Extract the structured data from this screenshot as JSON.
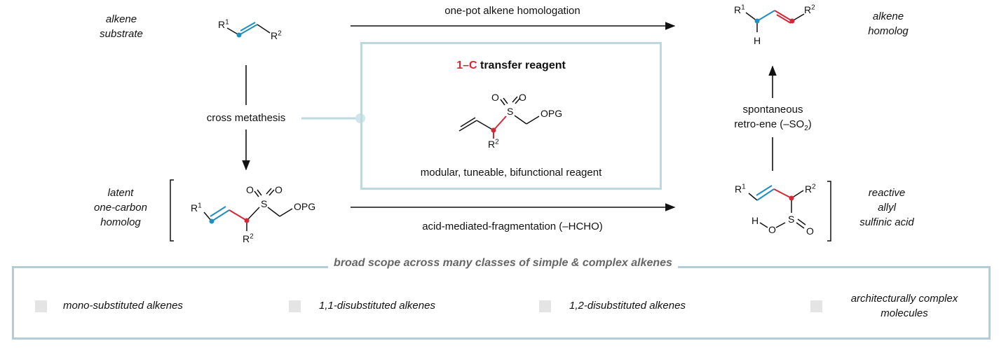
{
  "labels": {
    "alkene_substrate": [
      "alkene",
      "substrate"
    ],
    "alkene_homolog": [
      "alkene",
      "homolog"
    ],
    "latent_homolog": [
      "latent",
      "one-carbon",
      "homolog"
    ],
    "reactive_acid": [
      "reactive",
      "allyl",
      "sulfinic acid"
    ]
  },
  "arrows": {
    "top": "one-pot alkene homologation",
    "left": "cross metathesis",
    "bottom": "acid-mediated-fragmentation (–HCHO)",
    "right_line1": "spontaneous",
    "right_line2_pre": "retro-ene (–SO",
    "right_line2_sub": "2",
    "right_line2_post": ")"
  },
  "reagent": {
    "title_highlight": "1–C",
    "title_rest": " transfer reagent",
    "caption": "modular, tuneable, bifunctional reagent"
  },
  "atoms": {
    "R1": "R",
    "R1_sup": "1",
    "R2": "R",
    "R2_sup": "2",
    "O": "O",
    "S": "S",
    "H": "H",
    "OPG": "OPG"
  },
  "scope": {
    "title": "broad scope across many classes of simple & complex alkenes",
    "items": [
      "mono-substituted alkenes",
      "1,1-disubstituted alkenes",
      "1,2-disubstituted alkenes",
      "architecturally complex molecules"
    ],
    "item4_lines": [
      "architecturally complex",
      "molecules"
    ]
  },
  "colors": {
    "blue": "#1f8fbf",
    "red": "#d3283a",
    "frame": "#b4ccd6",
    "grey_dot": "#6e6a76",
    "light_dot": "#b3b3b3"
  }
}
